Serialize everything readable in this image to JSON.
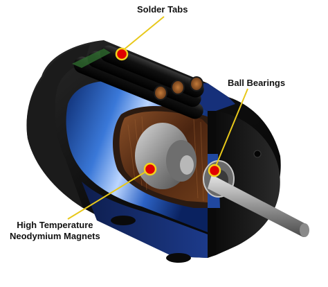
{
  "callouts": {
    "solder_tabs": "Solder Tabs",
    "ball_bearings": "Ball Bearings",
    "magnets_line1": "High Temperature",
    "magnets_line2": "Neodymium Magnets"
  },
  "colors": {
    "marker_fill": "#e00000",
    "marker_ring": "#f2d21c",
    "leader_line": "#e8c81a",
    "housing_dark": "#141414",
    "stator_blue": "#1e58b8",
    "winding_copper": "#6b3c1c",
    "shaft_steel": "#9a9a9a"
  },
  "icons": {
    "marker": "callout-dot-icon"
  }
}
